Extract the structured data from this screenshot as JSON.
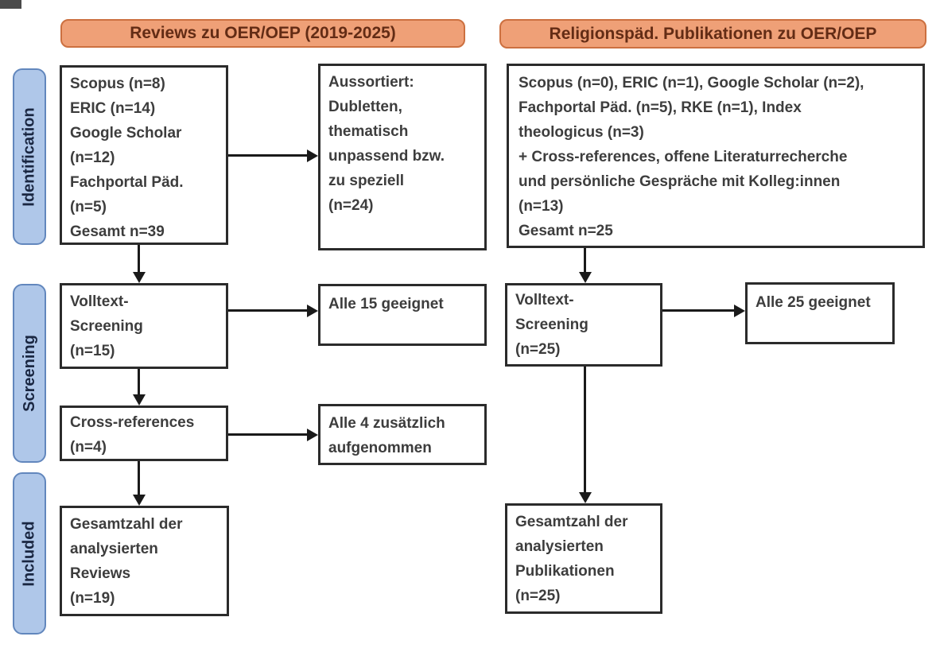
{
  "colors": {
    "header_fill": "#efa077",
    "header_border": "#cc7040",
    "header_text": "#632c15",
    "stage_fill": "#afc7e9",
    "stage_border": "#6287bd",
    "stage_text": "#1a2742",
    "box_border": "#2b2b2b",
    "box_text": "#3d3d3d",
    "arrow": "#1a1a1a"
  },
  "headers": {
    "left": "Reviews zu OER/OEP (2019-2025)",
    "right": "Religionspäd. Publikationen zu OER/OEP"
  },
  "stages": {
    "identification": "Identification",
    "screening": "Screening",
    "included": "Included"
  },
  "left_flow": {
    "sources": "Scopus (n=8)\nERIC (n=14)\nGoogle Scholar\n(n=12)\nFachportal Päd.\n(n=5)\nGesamt n=39",
    "excluded": "Aussortiert:\nDubletten,\nthematisch\nunpassend bzw.\nzu speziell\n(n=24)",
    "fulltext_screening": "Volltext-\nScreening\n(n=15)",
    "fulltext_result": "Alle 15 geeignet",
    "cross_references": "Cross-references\n(n=4)",
    "cross_references_result": "Alle 4 zusätzlich\naufgenommen",
    "total_included": "Gesamtzahl der\nanalysierten\nReviews\n(n=19)"
  },
  "right_flow": {
    "sources": "Scopus (n=0), ERIC (n=1), Google Scholar (n=2),\nFachportal Päd. (n=5), RKE (n=1), Index\ntheologicus (n=3)\n+ Cross-references, offene Literaturrecherche\nund persönliche Gespräche mit Kolleg:innen\n(n=13)\nGesamt n=25",
    "fulltext_screening": "Volltext-\nScreening\n(n=25)",
    "fulltext_result": "Alle 25 geeignet",
    "total_included": "Gesamtzahl der\nanalysierten\nPublikationen\n(n=25)"
  }
}
